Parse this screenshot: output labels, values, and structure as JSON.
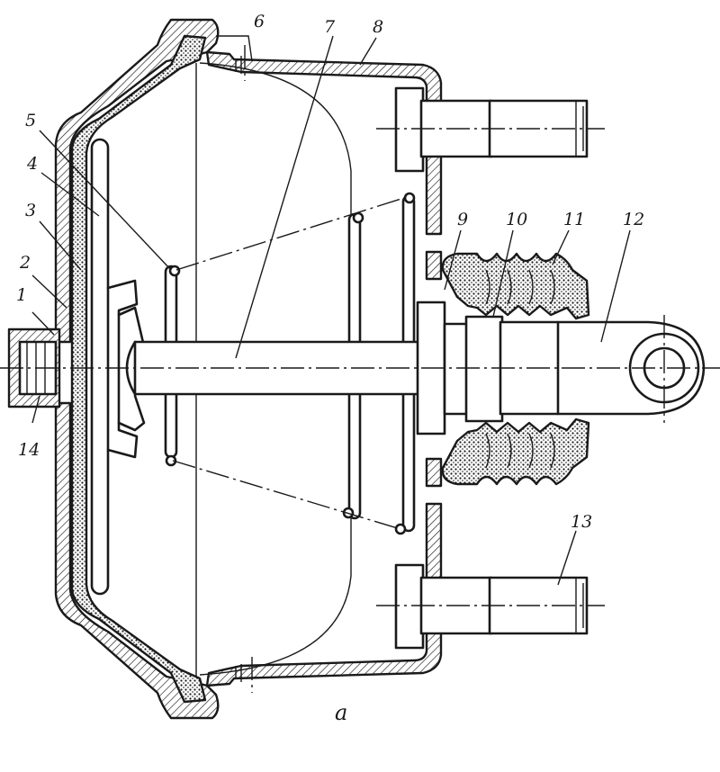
{
  "figure": {
    "caption": "a",
    "callouts": [
      {
        "id": "1",
        "text": "1"
      },
      {
        "id": "2",
        "text": "2"
      },
      {
        "id": "3",
        "text": "3"
      },
      {
        "id": "4",
        "text": "4"
      },
      {
        "id": "5",
        "text": "5"
      },
      {
        "id": "6",
        "text": "6"
      },
      {
        "id": "7",
        "text": "7"
      },
      {
        "id": "8",
        "text": "8"
      },
      {
        "id": "9",
        "text": "9"
      },
      {
        "id": "10",
        "text": "10"
      },
      {
        "id": "11",
        "text": "11"
      },
      {
        "id": "12",
        "text": "12"
      },
      {
        "id": "13",
        "text": "13"
      },
      {
        "id": "14",
        "text": "14"
      }
    ]
  }
}
